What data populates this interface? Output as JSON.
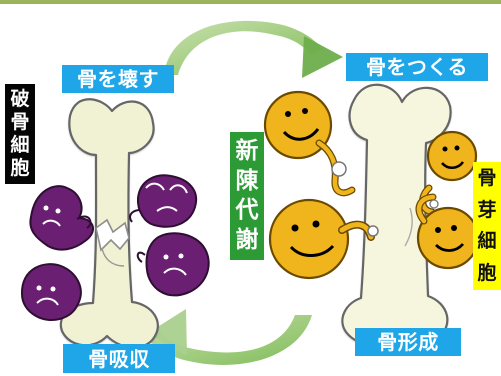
{
  "labels": {
    "break_bone": "骨を壊す",
    "osteoclast": "破骨細胞",
    "turnover": "新陳代謝",
    "make_bone": "骨をつくる",
    "osteoblast": "骨芽細胞",
    "resorption": "骨吸収",
    "formation": "骨形成"
  },
  "colors": {
    "blue_label": "#1ea6e8",
    "green_label": "#2d9b35",
    "yellow_label": "#ffff00",
    "black_label": "#050505",
    "bone": "#f1f1d4",
    "osteoclast_cell": "#6a1f72",
    "osteoblast_cell": "#f0b51d",
    "cycle_arrow": "#a9d08e",
    "top_rule": "#9cb35a"
  }
}
